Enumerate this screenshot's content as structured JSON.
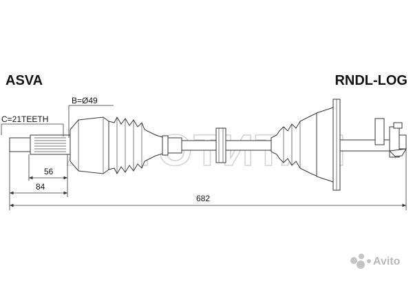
{
  "brand": "ASVA",
  "part_number": "RNDL-LOG",
  "watermark": "АВТОТИТАН",
  "avito_logo": "Avito",
  "dimensions": {
    "spline": "C=21TEETH",
    "diameter": "B=Ø49",
    "inner_length": "56",
    "outer_length": "84",
    "total_length": "682"
  }
}
